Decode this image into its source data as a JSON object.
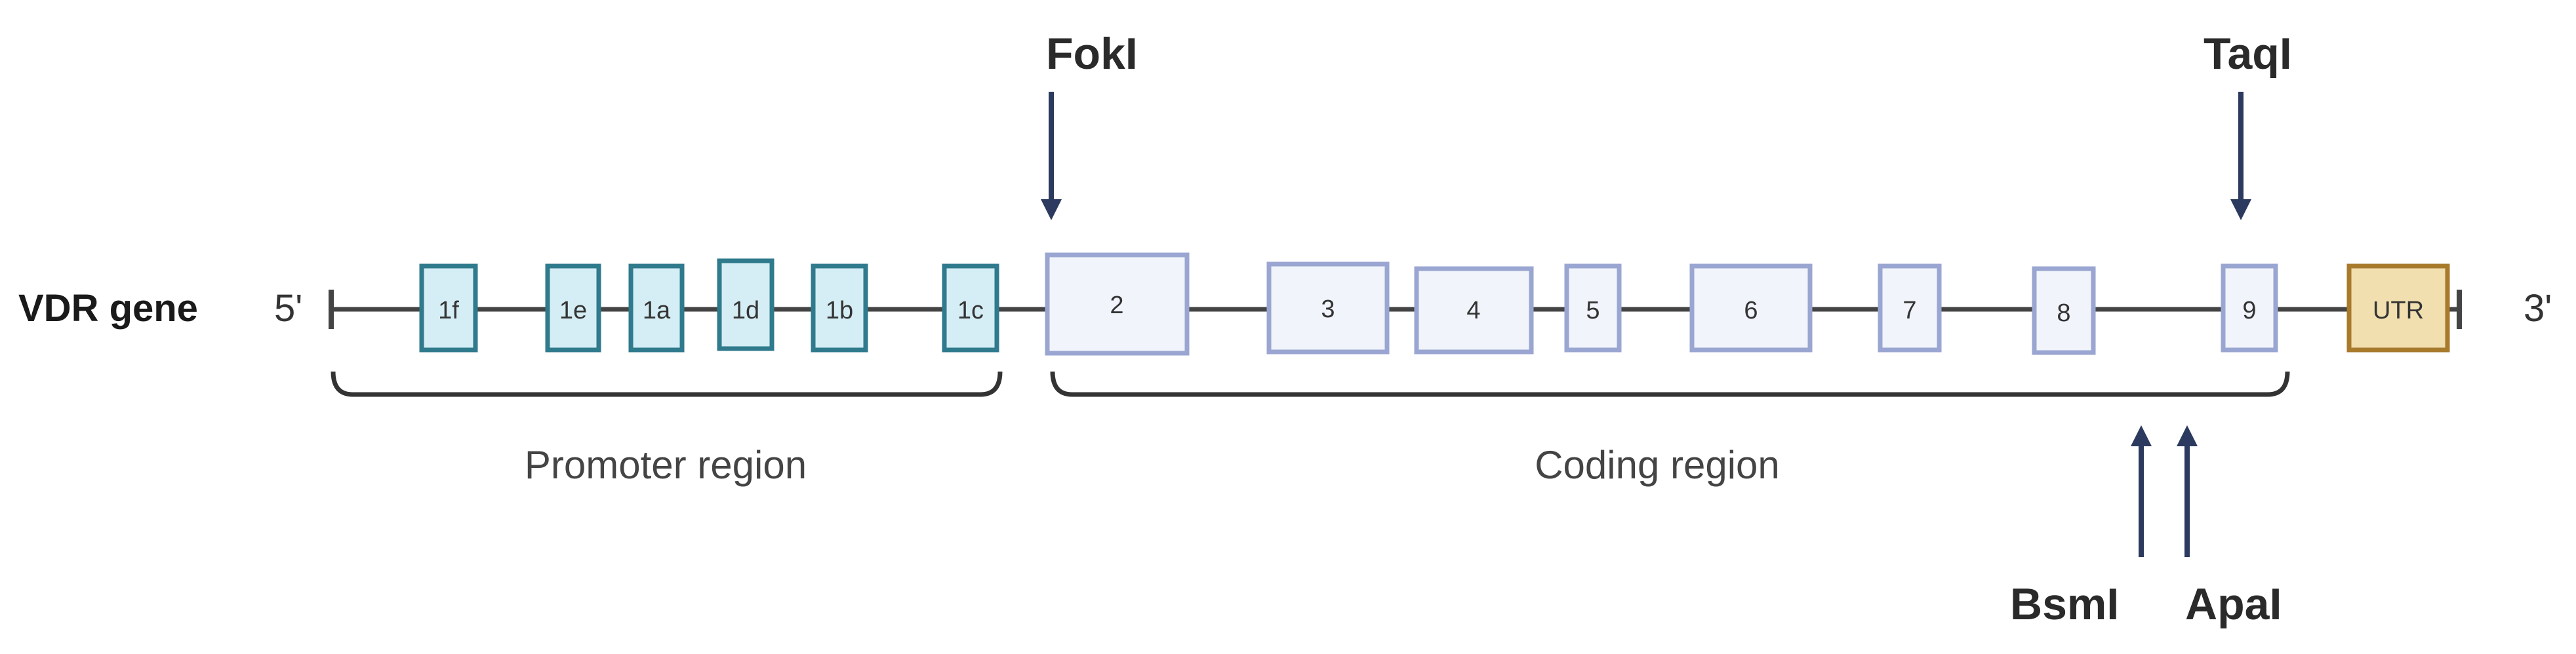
{
  "gene_label": "VDR gene",
  "five_prime": "5'",
  "three_prime": "3'",
  "promoter_exons": [
    "1f",
    "1e",
    "1a",
    "1d",
    "1b",
    "1c"
  ],
  "coding_exons": [
    "2",
    "3",
    "4",
    "5",
    "6",
    "7",
    "8",
    "9"
  ],
  "utr_label": "UTR",
  "regions": {
    "promoter": "Promoter region",
    "coding": "Coding region"
  },
  "snps": {
    "fokl": "FokI",
    "taql": "TaqI",
    "bsml": "BsmI",
    "apal": "ApaI"
  },
  "colors": {
    "backbone": "#444444",
    "promoter_exon_fill": "#d5eef5",
    "promoter_exon_stroke": "#2f7a8c",
    "coding_exon_fill": "#f1f4fb",
    "coding_exon_stroke": "#9aa6d1",
    "utr_fill": "#f1dfb0",
    "utr_stroke": "#a77a2c",
    "arrow": "#2b3a5e"
  }
}
